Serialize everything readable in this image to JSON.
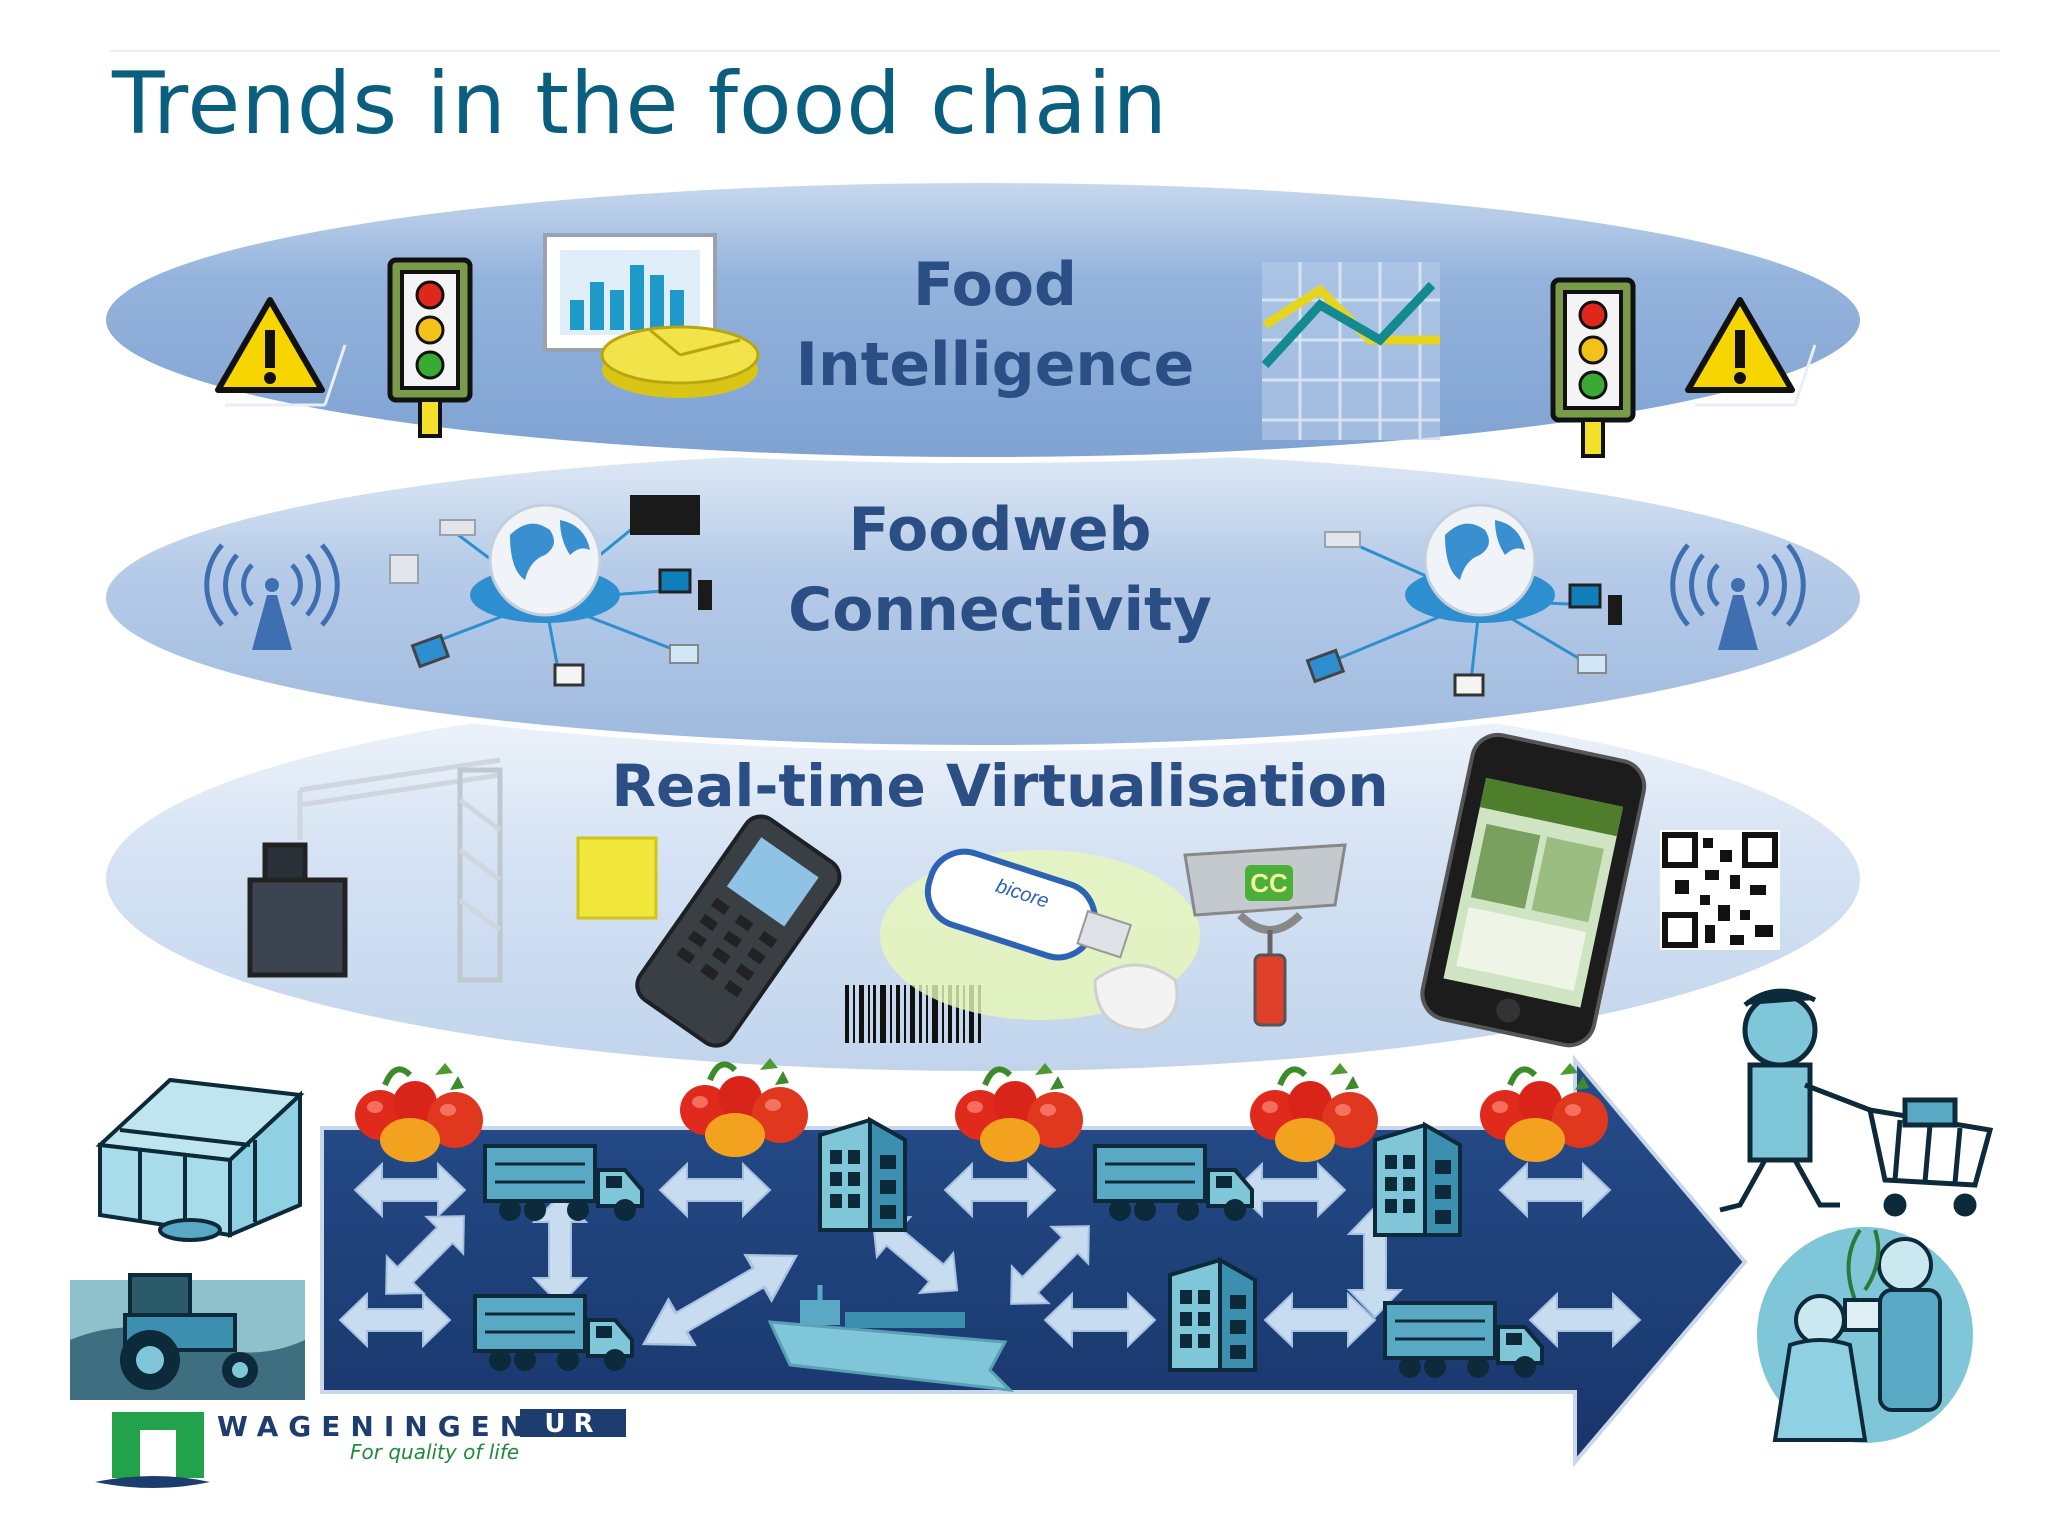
{
  "slide": {
    "title": "Trends in the food chain"
  },
  "layers": {
    "intelligence": {
      "line1": "Food",
      "line2": "Intelligence"
    },
    "connectivity": {
      "line1": "Foodweb",
      "line2": "Connectivity"
    },
    "virtualisation": {
      "label": "Real-time Virtualisation"
    }
  },
  "devices": {
    "usb_stick_brand": "bicore",
    "crate_badge": "CC"
  },
  "logo": {
    "name_part": "WAGENINGEN",
    "ur_part": "UR",
    "tagline": "For quality of life"
  },
  "colors": {
    "title": "#0b5f7e",
    "layer_text": "#2b4f85",
    "chain_arrow": "#1e3f78",
    "ellipse_top": "#94b3dc",
    "ellipse_mid": "#b6cbe8",
    "ellipse_bottom": "#d5e2f3",
    "icon_teal": "#7ec6d8"
  }
}
